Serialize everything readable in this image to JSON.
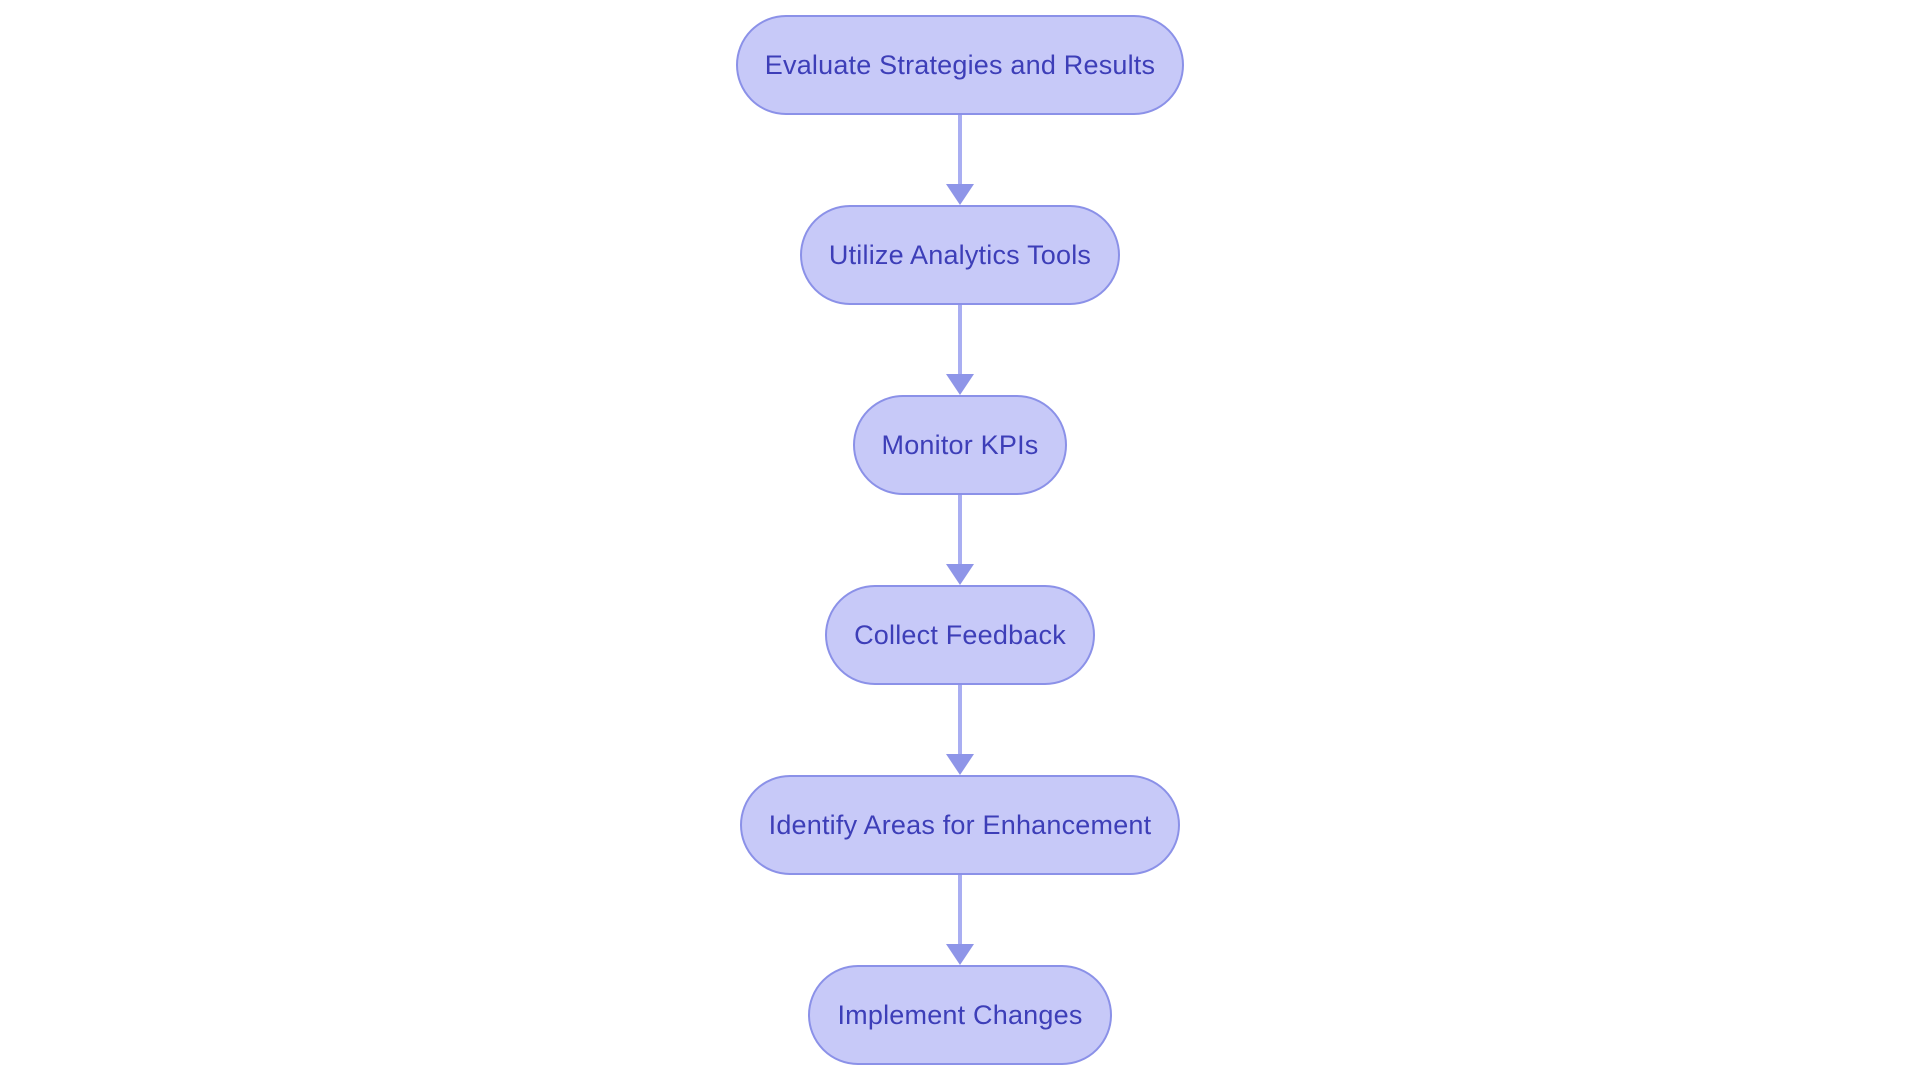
{
  "diagram": {
    "type": "flowchart",
    "direction": "top-down",
    "nodes": [
      {
        "id": "n1",
        "label": "Evaluate Strategies and Results"
      },
      {
        "id": "n2",
        "label": "Utilize Analytics Tools"
      },
      {
        "id": "n3",
        "label": "Monitor KPIs"
      },
      {
        "id": "n4",
        "label": "Collect Feedback"
      },
      {
        "id": "n5",
        "label": "Identify Areas for Enhancement"
      },
      {
        "id": "n6",
        "label": "Implement Changes"
      }
    ],
    "edges": [
      {
        "from": "Evaluate Strategies and Results",
        "to": "Utilize Analytics Tools"
      },
      {
        "from": "Utilize Analytics Tools",
        "to": "Monitor KPIs"
      },
      {
        "from": "Monitor KPIs",
        "to": "Collect Feedback"
      },
      {
        "from": "Collect Feedback",
        "to": "Identify Areas for Enhancement"
      },
      {
        "from": "Identify Areas for Enhancement",
        "to": "Implement Changes"
      }
    ],
    "colors": {
      "background": "#ffffff",
      "node_fill": "#c7c9f8",
      "node_border": "#8b91e8",
      "node_text": "#3d3eb8",
      "arrow_line": "#a9aef2",
      "arrow_head": "#8e95e8"
    }
  }
}
